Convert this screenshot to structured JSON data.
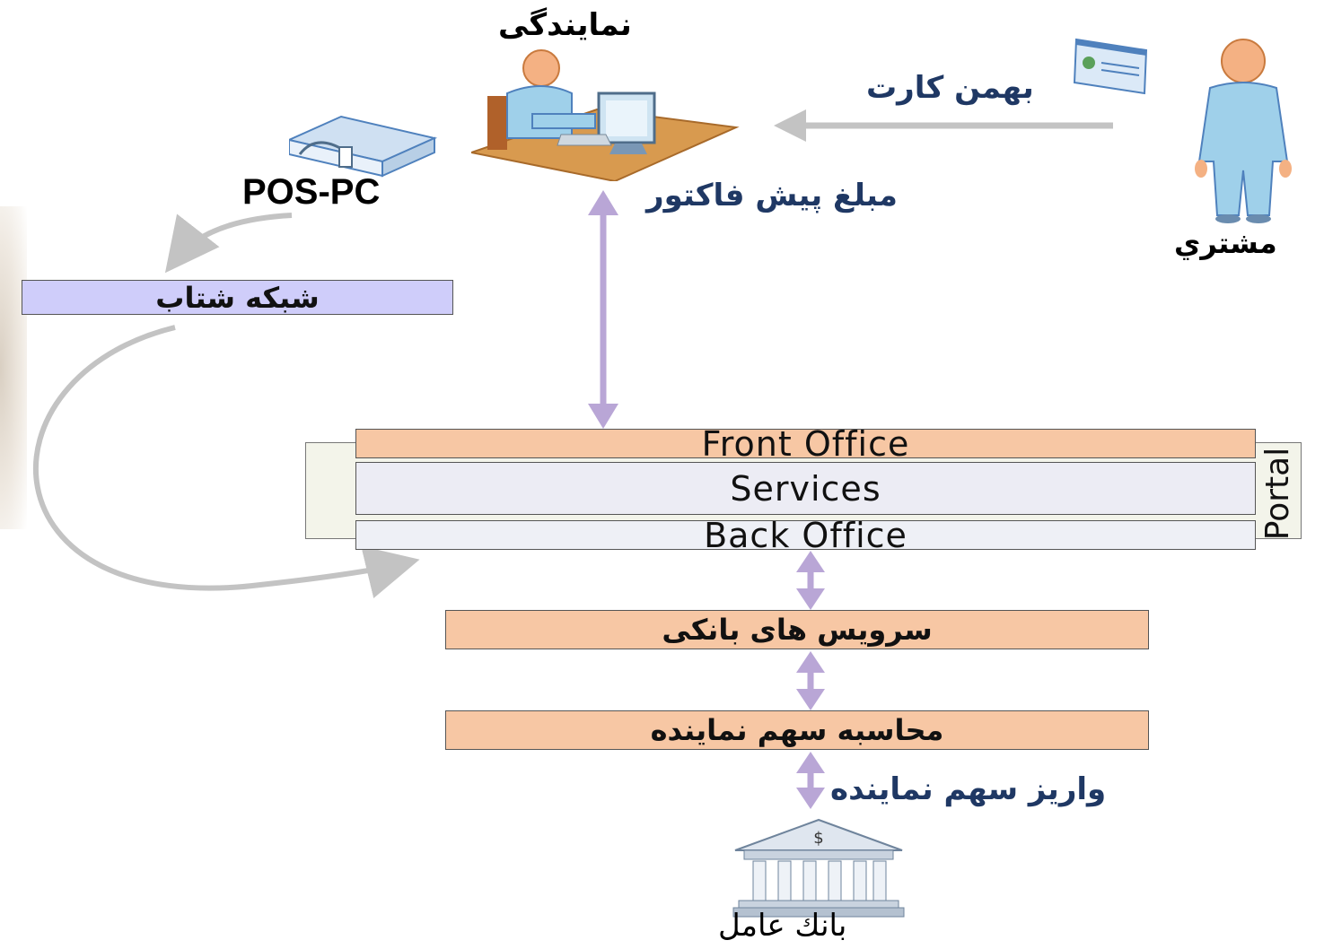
{
  "labels": {
    "agent": "نمایندگی",
    "card": "بهمن کارت",
    "customer": "مشتري",
    "proforma": "مبلغ پیش فاکتور",
    "pos": "POS-PC",
    "network": "شبکه شتاب",
    "front_office": "Front Office",
    "services": "Services",
    "back_office": "Back Office",
    "portal": "Portal",
    "bank_services": "سرویس های بانکی",
    "share_calc": "محاسبه سهم نماینده",
    "deposit": "واریز سهم نماینده",
    "bank": "بانك عامل",
    "bank_symbol": "$"
  },
  "colors": {
    "peach": "#f7c7a4",
    "lavender": "#cfcdfa",
    "arrow_purple": "#b9a6d6",
    "arrow_gray": "#c3c3c3",
    "text_blue": "#1f3864"
  },
  "icons": [
    "person-at-desk-icon",
    "card-icon",
    "customer-person-icon",
    "pos-device-icon",
    "bank-building-icon"
  ]
}
